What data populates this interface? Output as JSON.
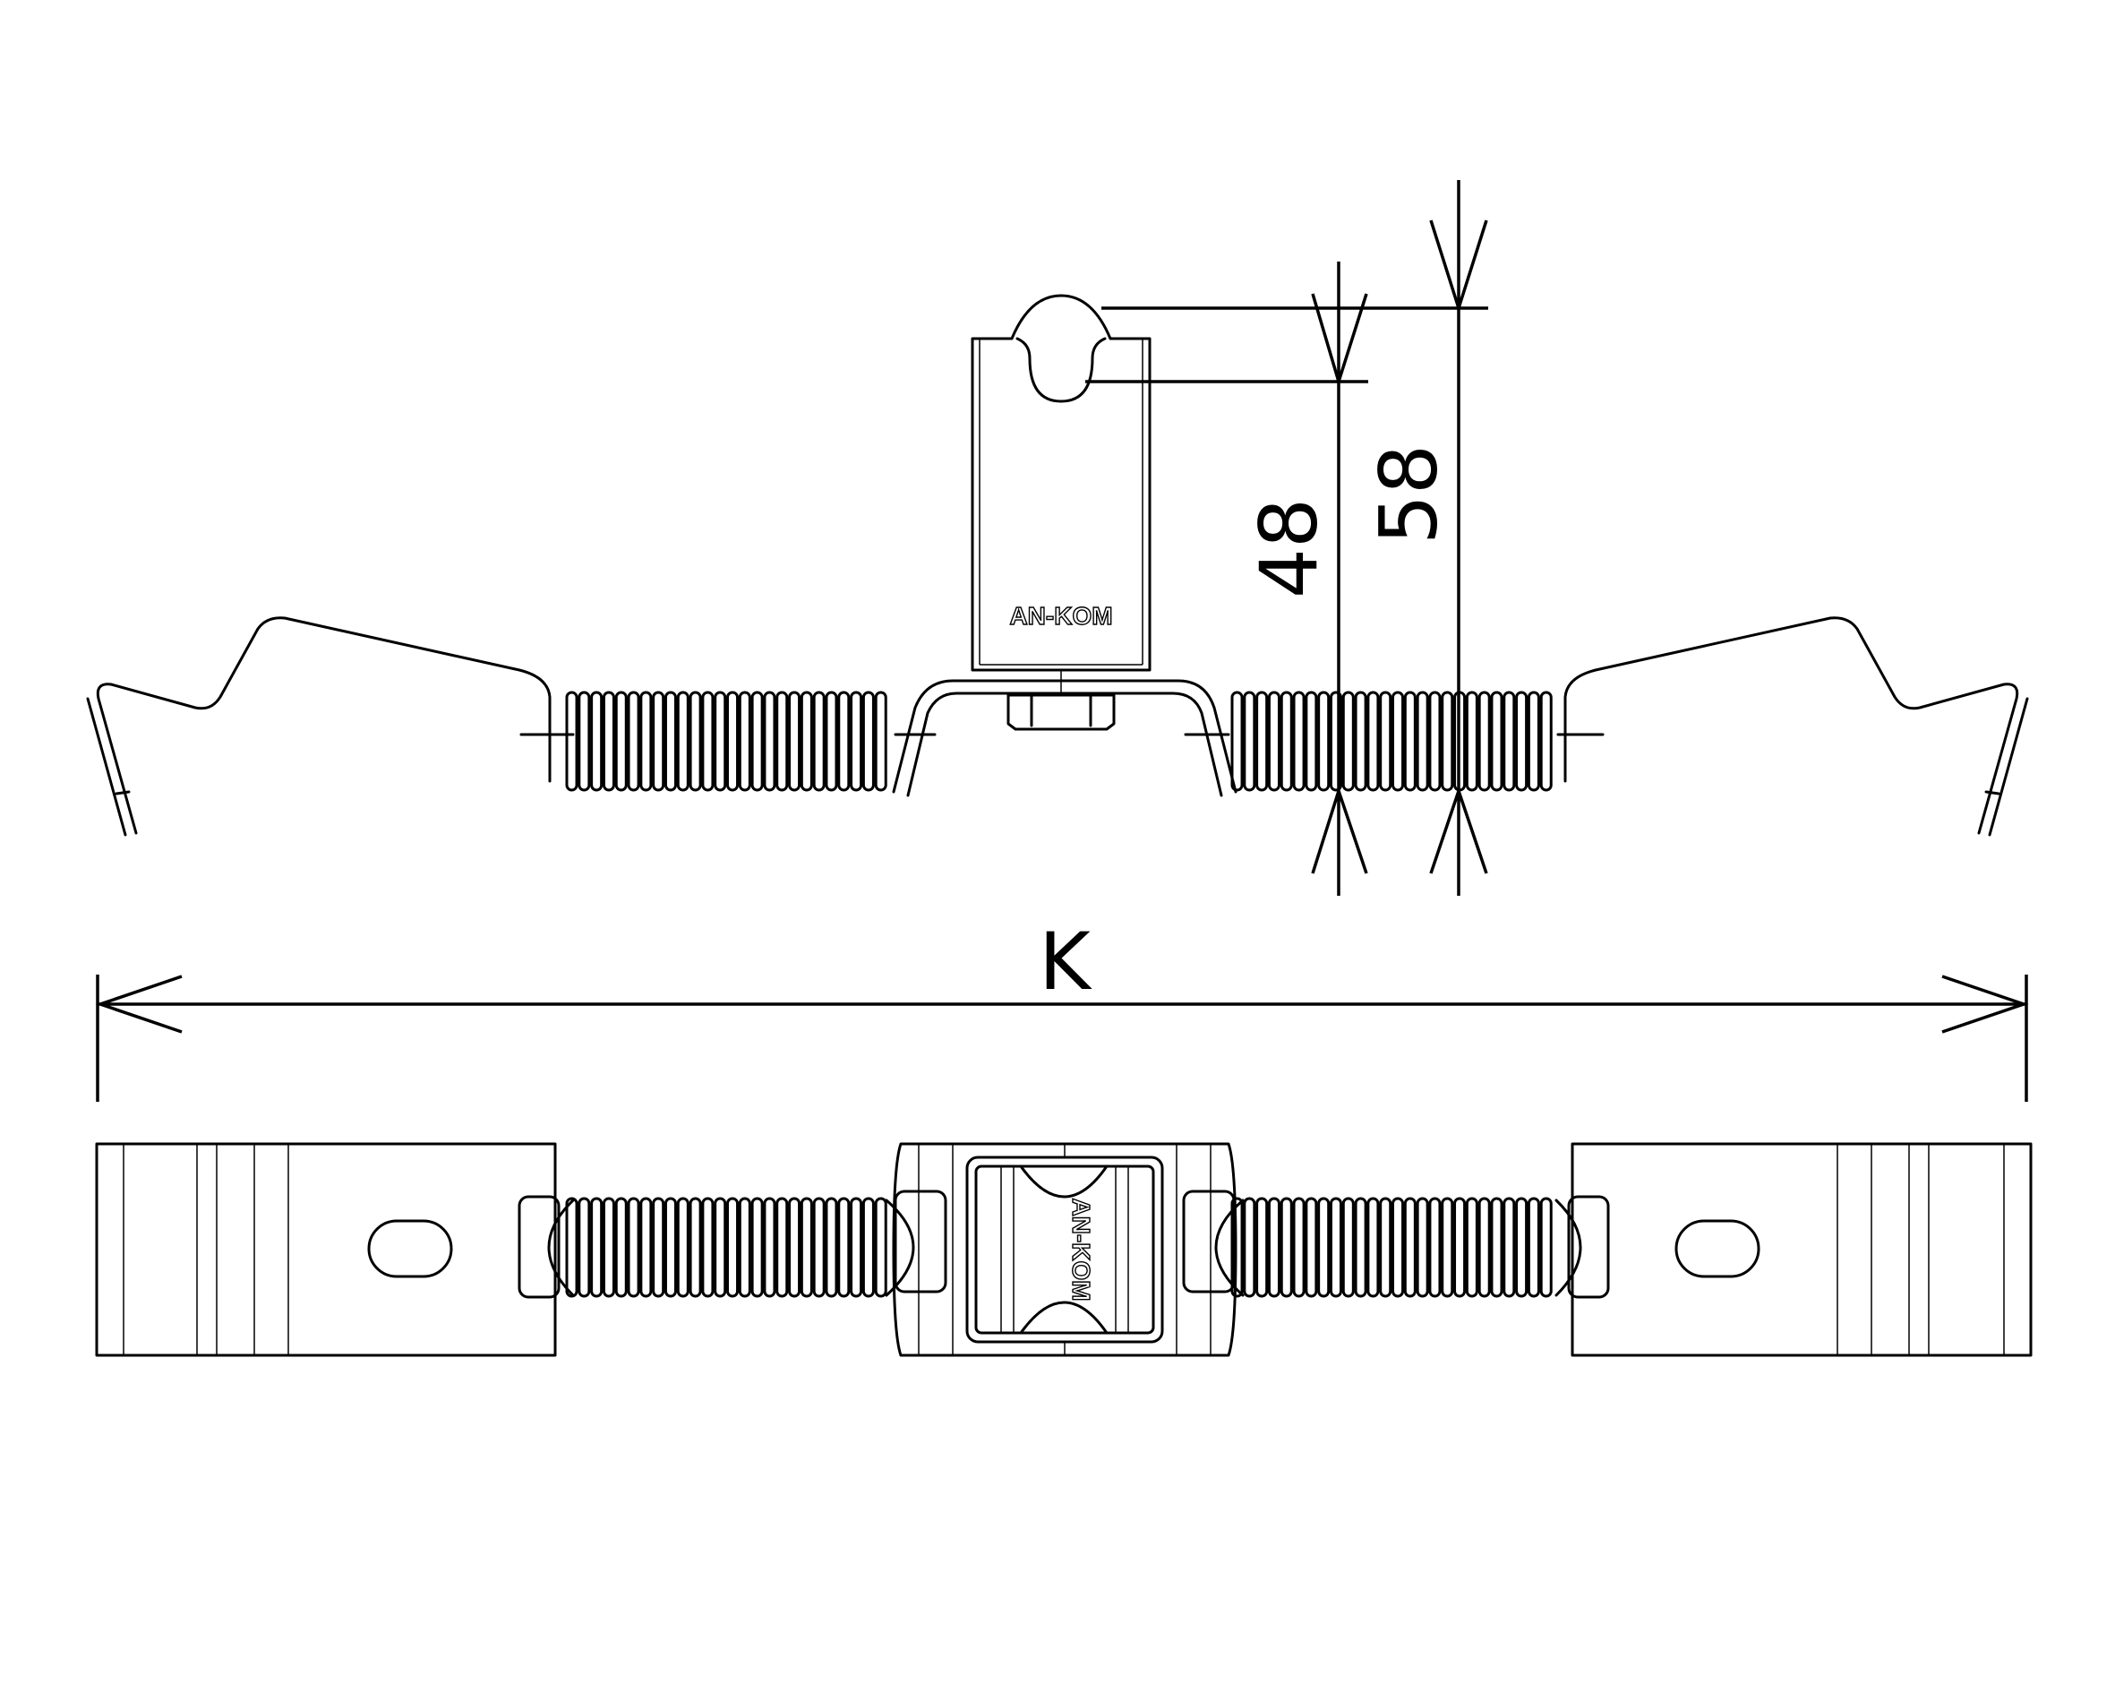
{
  "drawing": {
    "brand_top": "AN-KOM",
    "brand_bottom": "AN-KOM",
    "dimensions": {
      "height_inner": "48",
      "height_outer": "58",
      "length": "K"
    }
  }
}
